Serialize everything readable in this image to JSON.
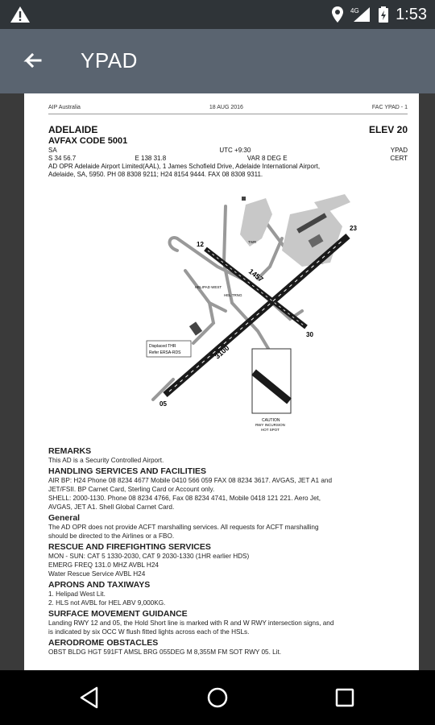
{
  "status": {
    "time": "1:53",
    "network": "4G"
  },
  "appbar": {
    "title": "YPAD"
  },
  "doc": {
    "header_left": "AIP Australia",
    "header_center": "18 AUG 2016",
    "header_right": "FAC YPAD - 1",
    "name": "ADELAIDE",
    "elev": "ELEV 20",
    "avfax": "AVFAX CODE 5001",
    "state": "SA",
    "utc": "UTC +9:30",
    "icao": "YPAD",
    "lat": "S 34 56.7",
    "lon": "E 138 31.8",
    "var": "VAR 8 DEG E",
    "cert": "CERT",
    "opr_line1": "AD OPR Adelaide Airport Limited(AAL), 1 James Schofield Drive, Adelaide International Airport,",
    "opr_line2": "Adelaide, SA, 5950. PH 08  8308 9211; H24  8154 9444. FAX 08  8308 9311."
  },
  "diagram": {
    "rwy_1230": "1457",
    "rwy_0523": "3100",
    "rwy_label_23": "23",
    "rwy_label_05": "05",
    "rwy_label_12": "12",
    "rwy_label_30": "30",
    "helipad": "HELIPAD WEST",
    "hel_trng": "HEL TRNG",
    "displaced": "Displaced THR",
    "refer": "Refer ERSA-RDS",
    "twr": "TWR",
    "caution": "CAUTION",
    "incursion": "RWY INCURSION",
    "hot_spot": "HOT SPOT"
  },
  "sections": [
    {
      "title": "REMARKS",
      "lines": [
        "This AD is a Security Controlled Airport."
      ]
    },
    {
      "title": "HANDLING SERVICES AND FACILITIES",
      "lines": [
        "AIR BP: H24 Phone 08 8234 4677 Mobile 0410 566 059 FAX 08 8234 3617. AVGAS, JET A1 and",
        "JET/FSII. BP Carnet Card, Sterling Card or Account only.",
        "SHELL: 2000-1130. Phone 08 8234 4766, Fax 08 8234 4741, Mobile 0418 121 221. Aero Jet,",
        "AVGAS, JET A1. Shell Global Carnet Card."
      ]
    },
    {
      "title": "General",
      "lines": [
        "The AD OPR does not provide ACFT marshalling services. All requests for ACFT marshalling",
        "should be directed to the Airlines or a FBO."
      ]
    },
    {
      "title": "RESCUE AND FIREFIGHTING SERVICES",
      "lines": [
        "MON - SUN: CAT 5 1330-2030, CAT 9 2030-1330 (1HR earlier HDS)",
        "EMERG FREQ 131.0 MHZ AVBL H24",
        "Water Rescue Service AVBL H24"
      ]
    },
    {
      "title": "APRONS AND TAXIWAYS",
      "lines": [
        "1.        Helipad West Lit.",
        "2.        HLS not AVBL for HEL ABV 9,000KG."
      ]
    },
    {
      "title": "SURFACE MOVEMENT GUIDANCE",
      "lines": [
        "Landing RWY 12 and 05, the Hold Short line is marked with R and W RWY intersection signs, and",
        "is indicated by six OCC W flush fitted lights across each of the HSLs."
      ]
    },
    {
      "title": "AERODROME OBSTACLES",
      "lines": [
        "OBST BLDG HGT 591FT AMSL BRG 055DEG M 8,355M FM SOT RWY 05. Lit."
      ]
    }
  ]
}
